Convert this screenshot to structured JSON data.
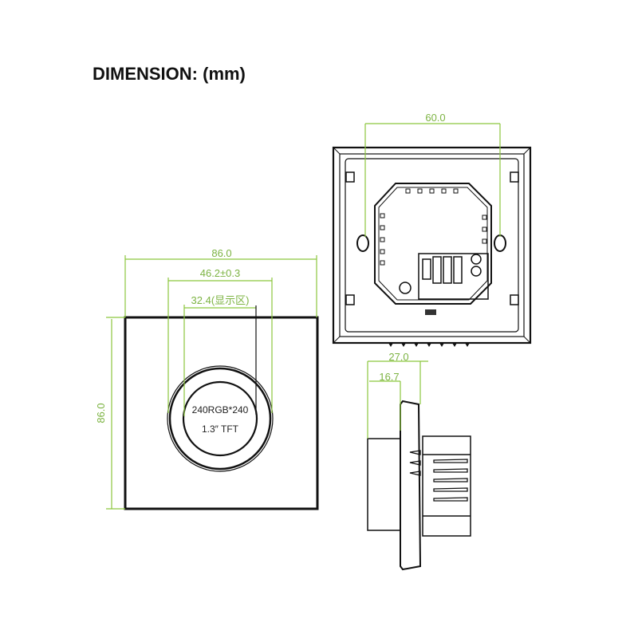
{
  "title": "DIMENSION: (mm)",
  "front_view": {
    "width_label": "86.0",
    "height_label": "86.0",
    "bezel_label": "46.2±0.3",
    "display_label": "32.4(显示区)",
    "resolution_label": "240RGB*240",
    "screen_label": "1.3″ TFT"
  },
  "back_view": {
    "mount_hole_spacing_label": "60.0"
  },
  "side_view": {
    "depth_label": "27.0",
    "box_depth_label": "16.7"
  },
  "colors": {
    "dimension": "#8cc63e",
    "outline": "#111111"
  }
}
